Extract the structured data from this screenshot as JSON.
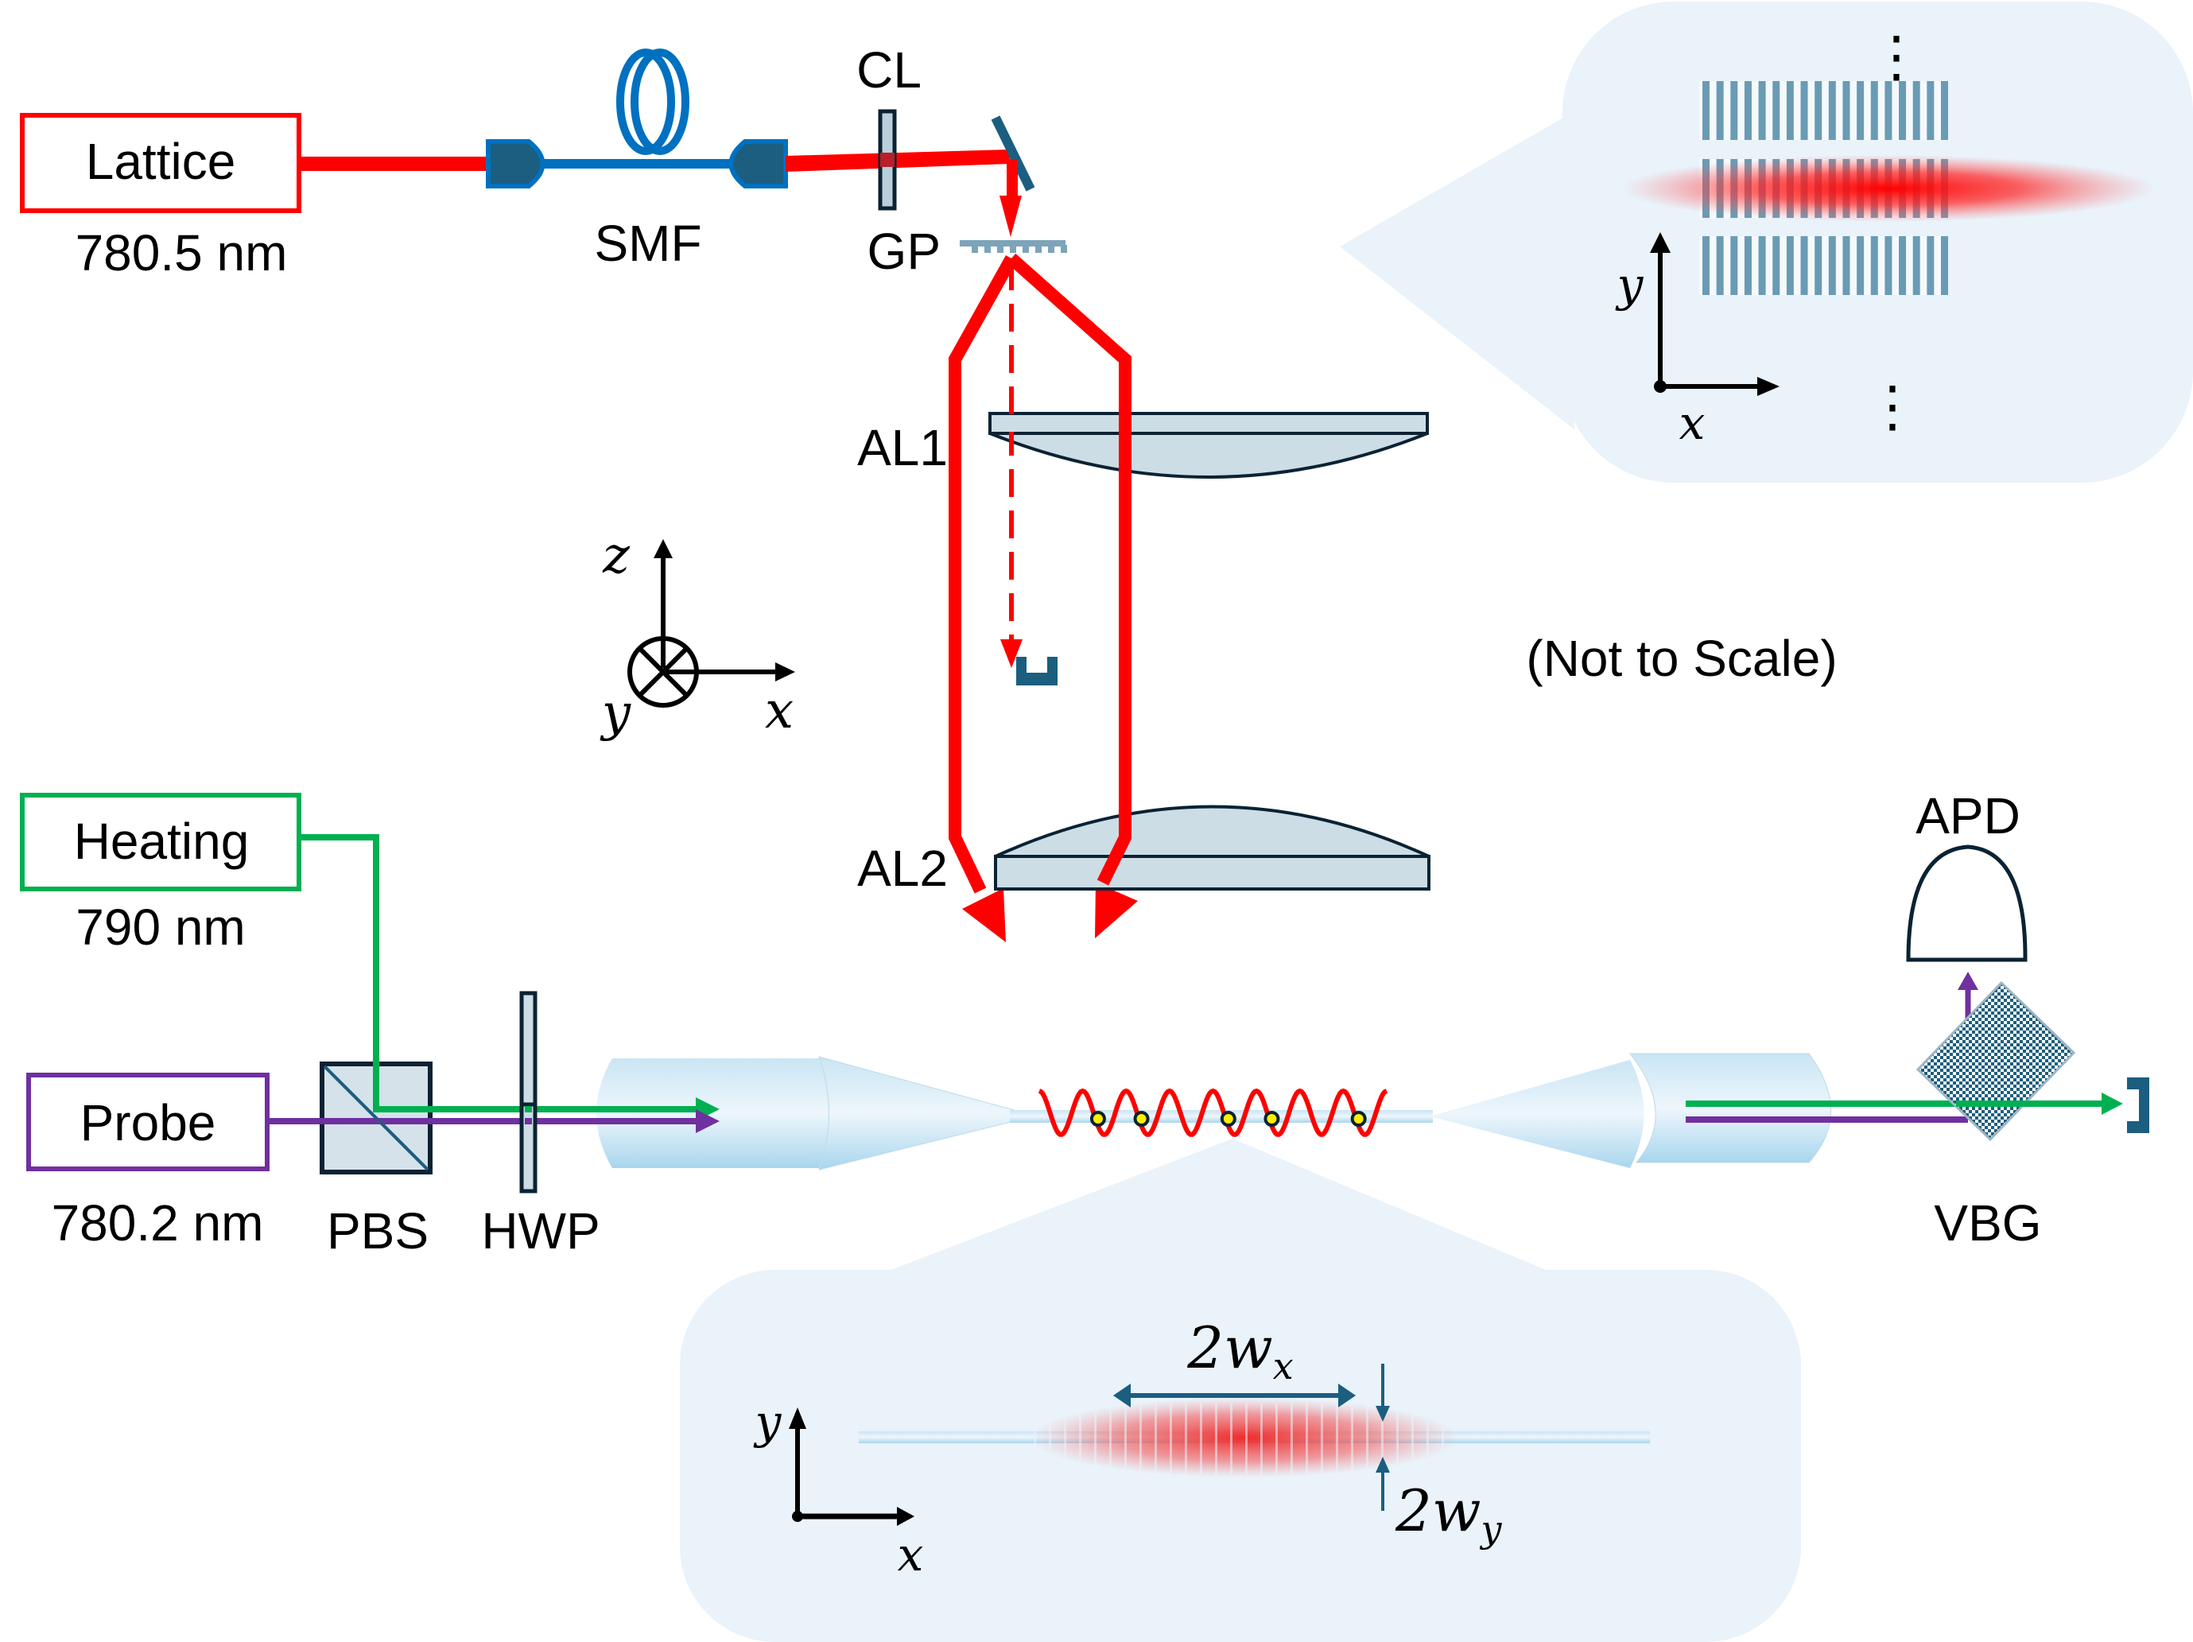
{
  "colors": {
    "lattice": "#ff0000",
    "heating": "#00b050",
    "probe": "#7030a0",
    "optic_dark": "#1b5e80",
    "optic_fill": "#ccdde6",
    "fiber": "#0070c0",
    "inset_bg": "#eaf2fa",
    "grating_bar": "#6a9bb4"
  },
  "sources": [
    {
      "id": "lattice",
      "label": "Lattice",
      "wavelength": "780.5 nm"
    },
    {
      "id": "heating",
      "label": "Heating",
      "wavelength": "790 nm"
    },
    {
      "id": "probe",
      "label": "Probe",
      "wavelength": "780.2 nm"
    }
  ],
  "components": {
    "smf": "SMF",
    "cl": "CL",
    "gp": "GP",
    "al1": "AL1",
    "al2": "AL2",
    "pbs": "PBS",
    "hwp": "HWP",
    "apd": "APD",
    "vbg": "VBG"
  },
  "note": "(Not to Scale)",
  "axes": {
    "main": {
      "up": "z",
      "right": "x",
      "into": "y"
    },
    "top_inset": {
      "up": "y",
      "right": "x"
    },
    "bottom_inset": {
      "up": "y",
      "right": "x"
    }
  },
  "dimensions": {
    "wx": {
      "prefix": "2",
      "symbol": "w",
      "sub": "x"
    },
    "wy": {
      "prefix": "2",
      "symbol": "w",
      "sub": "y"
    }
  },
  "inset_top": {
    "ellipsis_top": "⋮",
    "ellipsis_bottom": "⋮",
    "rows": 3
  },
  "trapped_atoms": 5
}
